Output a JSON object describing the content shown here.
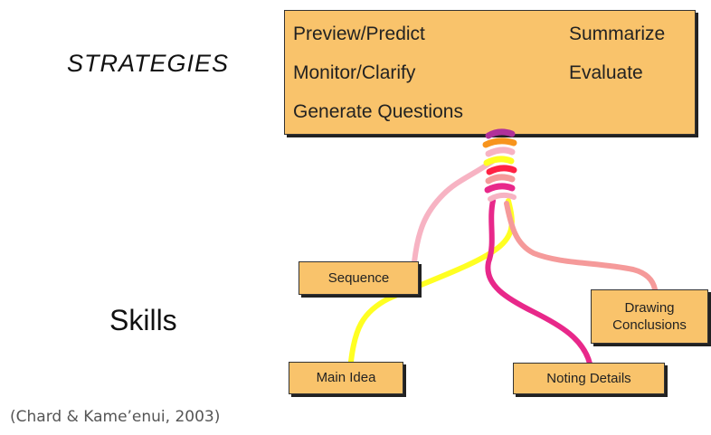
{
  "headings": {
    "strategies": "STRATEGIES",
    "skills": "Skills"
  },
  "strategies": {
    "preview": "Preview/Predict",
    "summarize": "Summarize",
    "monitor": "Monitor/Clarify",
    "evaluate": "Evaluate",
    "questions": "Generate Questions"
  },
  "skills": {
    "sequence": "Sequence",
    "drawing_line1": "Drawing",
    "drawing_line2": "Conclusions",
    "main_idea": "Main Idea",
    "noting_details": "Noting Details"
  },
  "citation": "(Chard & Kame’enui, 2003)",
  "colors": {
    "box_fill": "#f9c36b",
    "strand_pink_light": "#f7b3c3",
    "strand_yellow": "#ffff22",
    "strand_magenta": "#e8288a",
    "strand_salmon": "#f59a9a",
    "strand_purple": "#b0309a",
    "strand_orange": "#f7941d",
    "strand_red": "#ff2244"
  }
}
